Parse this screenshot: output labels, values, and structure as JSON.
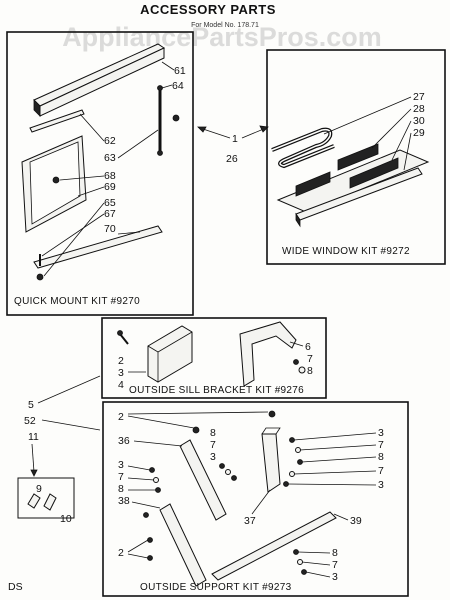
{
  "title": "ACCESSORY PARTS",
  "watermark": "AppliancePartsPros.com",
  "subtitle_fragment": "For Model No. 178.71",
  "kits": {
    "quick_mount": "QUICK MOUNT KIT #9270",
    "wide_window": "WIDE WINDOW KIT #9272",
    "sill_bracket": "OUTSIDE SILL BRACKET KIT #9276",
    "support": "OUTSIDE SUPPORT KIT #9273"
  },
  "corner_code": "DS",
  "callouts": {
    "qm": [
      "61",
      "64",
      "62",
      "63",
      "68",
      "69",
      "65",
      "67",
      "70"
    ],
    "center": [
      "1",
      "26"
    ],
    "ww": [
      "27",
      "28",
      "30",
      "29"
    ],
    "sb_left": [
      "2",
      "3",
      "4"
    ],
    "sb_right": [
      "6",
      "7",
      "8"
    ],
    "side": [
      "5",
      "52",
      "11",
      "9",
      "10"
    ],
    "os_top": [
      "2",
      "8",
      "7",
      "3"
    ],
    "os_left": [
      "36",
      "3",
      "7",
      "8",
      "38"
    ],
    "os_right": [
      "3",
      "7",
      "8",
      "7",
      "3"
    ],
    "os_bottom": [
      "37",
      "39",
      "2",
      "8",
      "7",
      "3"
    ]
  }
}
